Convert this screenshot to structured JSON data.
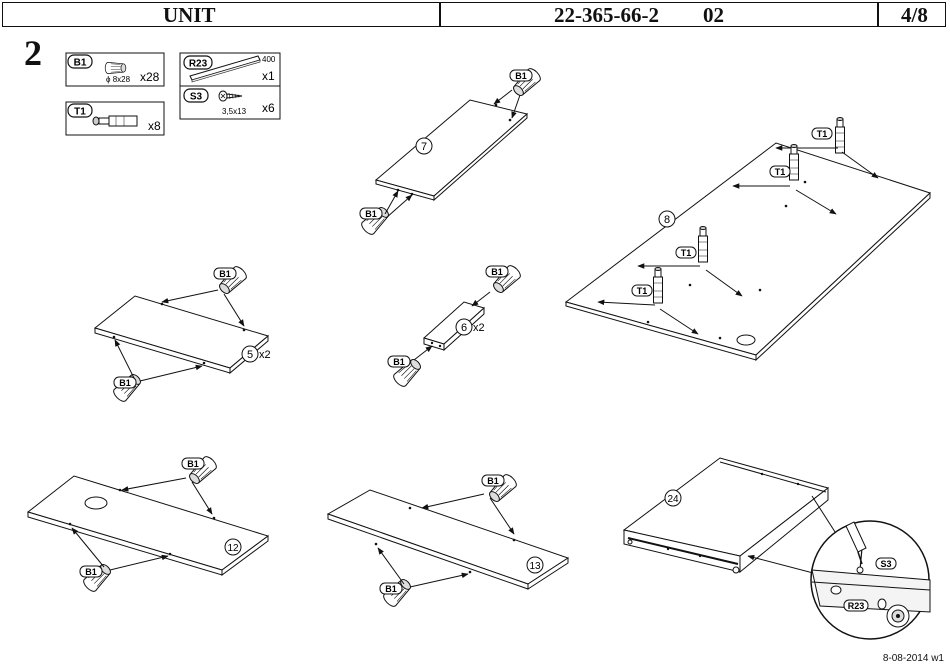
{
  "header": {
    "title": "UNIT",
    "code": "22-365-66-2",
    "version": "02",
    "page": "4/8"
  },
  "step_number": "2",
  "parts": [
    {
      "code": "B1",
      "spec": "ϕ 8x28",
      "qty": "x28",
      "icon": "wooden-dowel-icon"
    },
    {
      "code": "R23",
      "spec": "400",
      "qty": "x1",
      "icon": "drawer-runner-icon"
    },
    {
      "code": "S3",
      "spec": "3,5x13",
      "qty": "x6",
      "icon": "screw-icon"
    },
    {
      "code": "T1",
      "spec": "",
      "qty": "x8",
      "icon": "cam-bolt-icon"
    }
  ],
  "panels": [
    {
      "id": "7",
      "qty": ""
    },
    {
      "id": "8",
      "qty": ""
    },
    {
      "id": "5",
      "qty": "x2"
    },
    {
      "id": "6",
      "qty": "x2"
    },
    {
      "id": "12",
      "qty": ""
    },
    {
      "id": "13",
      "qty": ""
    },
    {
      "id": "24",
      "qty": ""
    }
  ],
  "footer": "8-08-2014 w1"
}
